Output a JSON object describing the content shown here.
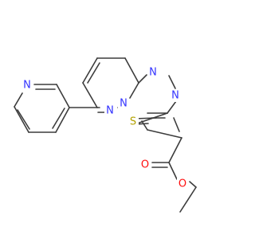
{
  "molecule": {
    "atoms": {
      "pyridine_n": "N",
      "triazole_n1": "N",
      "triazole_n2": "N",
      "bridge_n": "N",
      "pyridazine_n": "N",
      "sulfur": "S",
      "ester_o_carbonyl": "O",
      "ester_o_ether": "O"
    },
    "colors": {
      "bond": "#3c3c3c",
      "nitrogen": "#3333ff",
      "sulfur": "#b2a100",
      "oxygen": "#ff0d0d"
    }
  }
}
